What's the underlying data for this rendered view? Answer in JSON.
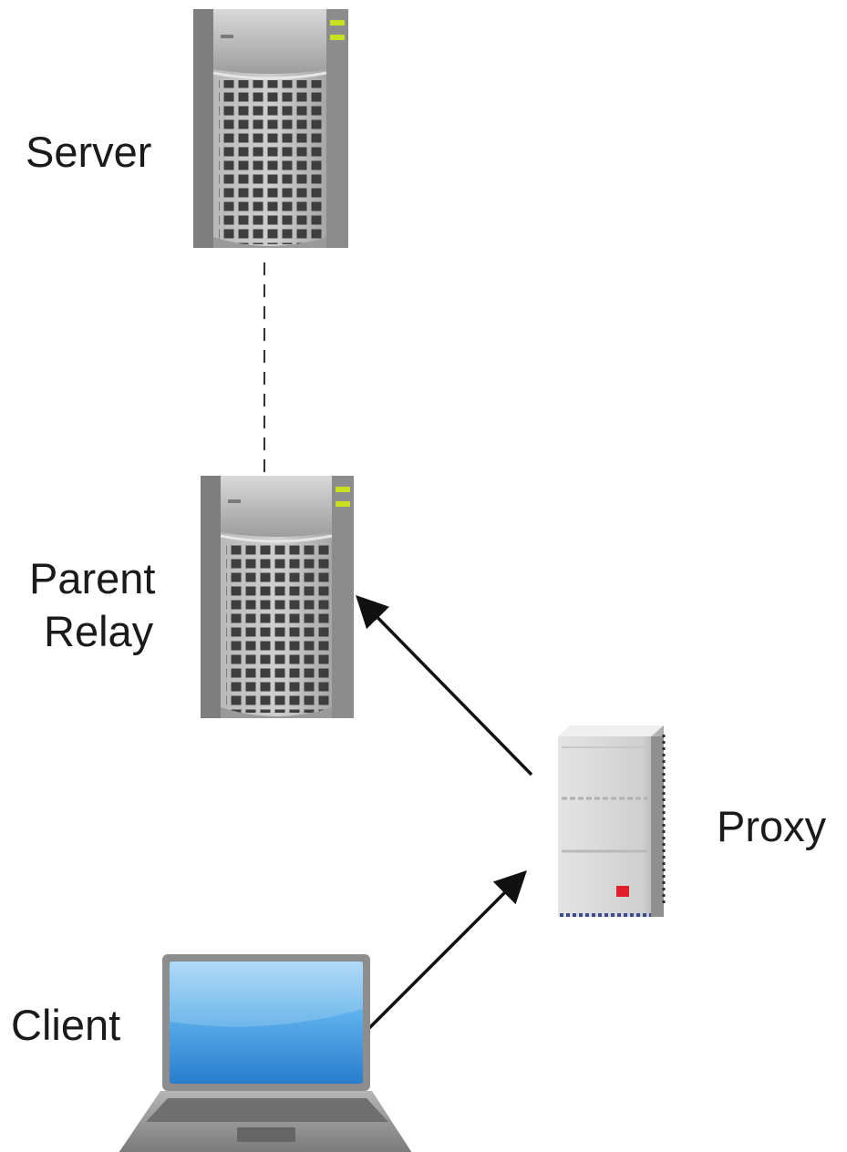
{
  "nodes": {
    "server": {
      "label": "Server",
      "icon": "tower-server-icon"
    },
    "parent_relay": {
      "label_line1": "Parent",
      "label_line2": "Relay",
      "icon": "tower-server-icon"
    },
    "proxy": {
      "label": "Proxy",
      "icon": "mini-server-icon"
    },
    "client": {
      "label": "Client",
      "icon": "laptop-icon"
    }
  },
  "edges": [
    {
      "from": "parent_relay",
      "to": "server",
      "style": "dashed",
      "arrow": false
    },
    {
      "from": "proxy",
      "to": "parent_relay",
      "style": "solid",
      "arrow": true
    },
    {
      "from": "client",
      "to": "proxy",
      "style": "solid",
      "arrow": true
    }
  ],
  "colors": {
    "background": "#ffffff",
    "line": "#111111",
    "server_body": "#9a9a9a",
    "server_led": "#c8e020",
    "laptop_screen": "#3a8ed8",
    "proxy_led": "#e0202a"
  }
}
